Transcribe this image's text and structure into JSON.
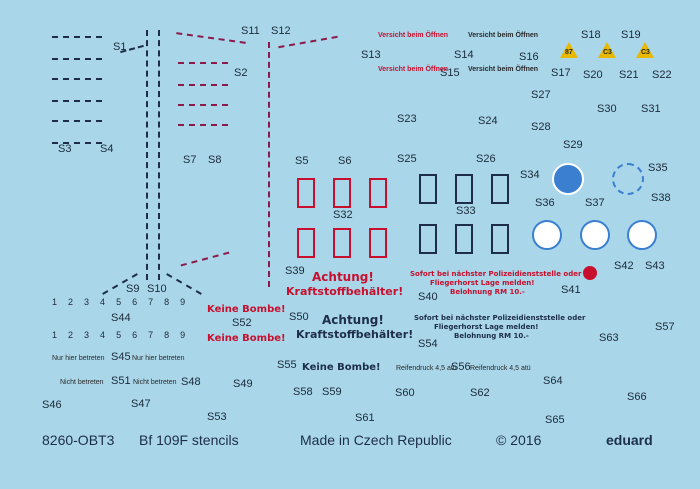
{
  "sheet": {
    "code": "8260-OBT3",
    "title": "Bf 109F stencils",
    "made_in": "Made in Czech Republic",
    "copyright": "© 2016",
    "brand": "eduard"
  },
  "labels": {
    "s1": "S1",
    "s2": "S2",
    "s3": "S3",
    "s4": "S4",
    "s5": "S5",
    "s6": "S6",
    "s7": "S7",
    "s8": "S8",
    "s9": "S9",
    "s10": "S10",
    "s11": "S11",
    "s12": "S12",
    "s13": "S13",
    "s14": "S14",
    "s15": "S15",
    "s16": "S16",
    "s17": "S17",
    "s18": "S18",
    "s19": "S19",
    "s20": "S20",
    "s21": "S21",
    "s22": "S22",
    "s23": "S23",
    "s24": "S24",
    "s25": "S25",
    "s26": "S26",
    "s27": "S27",
    "s28": "S28",
    "s29": "S29",
    "s30": "S30",
    "s31": "S31",
    "s32": "S32",
    "s33": "S33",
    "s34": "S34",
    "s35": "S35",
    "s36": "S36",
    "s37": "S37",
    "s38": "S38",
    "s39": "S39",
    "s40": "S40",
    "s41": "S41",
    "s42": "S42",
    "s43": "S43",
    "s44": "S44",
    "s45": "S45",
    "s46": "S46",
    "s47": "S47",
    "s48": "S48",
    "s49": "S49",
    "s50": "S50",
    "s51": "S51",
    "s52": "S52",
    "s53": "S53",
    "s54": "S54",
    "s55": "S55",
    "s56": "S56",
    "s57": "S57",
    "s58": "S58",
    "s59": "S59",
    "s60": "S60",
    "s61": "S61",
    "s62": "S62",
    "s63": "S63",
    "s64": "S64",
    "s65": "S65",
    "s66": "S66"
  },
  "numbers_row": [
    "1",
    "2",
    "3",
    "4",
    "5",
    "6",
    "7",
    "8",
    "9"
  ],
  "stencils": {
    "achtung": "Achtung!",
    "kraftstoff": "Kraftstoffbehälter!",
    "keine_bombe": "Keine Bombe!",
    "sofort_1": "Sofort bei nächster Polizeidienststelle oder",
    "sofort_2": "Fliegerhorst Lage melden!",
    "belohnung": "Belohnung RM 10.-",
    "nur_hier": "Nur hier betreten",
    "nicht_betreten": "Nicht betreten",
    "reifendruck": "Reifendruck 4,5 atü",
    "vorsicht": "Versicht beim Öffnen",
    "triangle_1": "87",
    "triangle_2": "C3"
  }
}
